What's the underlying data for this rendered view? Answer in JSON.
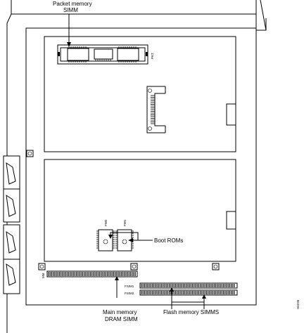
{
  "labels": {
    "packet_memory_line1": "Packet memory",
    "packet_memory_line2": "SIMM",
    "boot_roms": "Boot ROMs",
    "main_memory_line1": "Main memory",
    "main_memory_line2": "DRAM SIMM",
    "flash_memory": "Flash memory SIMMS"
  },
  "components": {
    "packet_slot": "PKT",
    "rom_fw2": "FW2",
    "rom_fw1": "FW1",
    "main_slot": "MM",
    "flash_slot_1": "FSIM1",
    "flash_slot_2": "FSIM2"
  },
  "figure_id": "H6236"
}
